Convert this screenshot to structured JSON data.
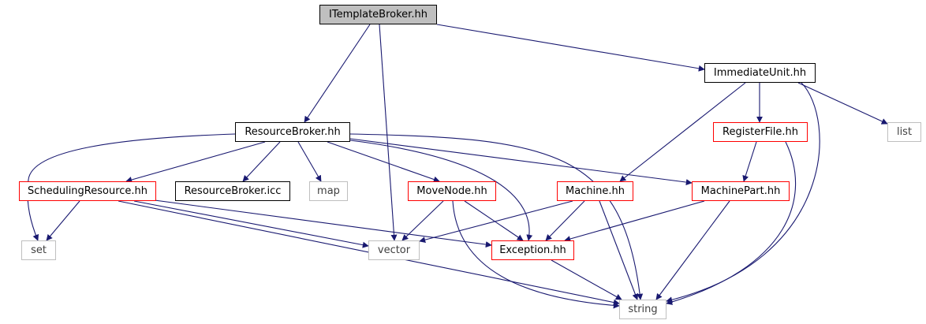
{
  "diagram": {
    "colors": {
      "edge": "#191970",
      "root_fill": "#bfbfbf",
      "include_border": "#000000",
      "has_more_border": "#ff0000",
      "system_border": "#bfbfbf"
    },
    "nodes": [
      {
        "id": "itemplatebroker",
        "label": "ITemplateBroker.hh",
        "kind": "root"
      },
      {
        "id": "resourcebroker",
        "label": "ResourceBroker.hh",
        "kind": "black"
      },
      {
        "id": "immediateunit",
        "label": "ImmediateUnit.hh",
        "kind": "black"
      },
      {
        "id": "registerfile",
        "label": "RegisterFile.hh",
        "kind": "red"
      },
      {
        "id": "list",
        "label": "list",
        "kind": "grey"
      },
      {
        "id": "schedulingresource",
        "label": "SchedulingResource.hh",
        "kind": "red"
      },
      {
        "id": "resourcebroker-icc",
        "label": "ResourceBroker.icc",
        "kind": "black"
      },
      {
        "id": "map",
        "label": "map",
        "kind": "grey"
      },
      {
        "id": "movenode",
        "label": "MoveNode.hh",
        "kind": "red"
      },
      {
        "id": "machine",
        "label": "Machine.hh",
        "kind": "red"
      },
      {
        "id": "machinepart",
        "label": "MachinePart.hh",
        "kind": "red"
      },
      {
        "id": "set",
        "label": "set",
        "kind": "grey"
      },
      {
        "id": "vector",
        "label": "vector",
        "kind": "grey"
      },
      {
        "id": "exception",
        "label": "Exception.hh",
        "kind": "red"
      },
      {
        "id": "string",
        "label": "string",
        "kind": "grey"
      }
    ],
    "edges": [
      {
        "from": "itemplatebroker",
        "to": "resourcebroker"
      },
      {
        "from": "itemplatebroker",
        "to": "vector"
      },
      {
        "from": "itemplatebroker",
        "to": "immediateunit"
      },
      {
        "from": "immediateunit",
        "to": "machine"
      },
      {
        "from": "immediateunit",
        "to": "registerfile"
      },
      {
        "from": "immediateunit",
        "to": "list"
      },
      {
        "from": "immediateunit",
        "to": "string"
      },
      {
        "from": "registerfile",
        "to": "machinepart"
      },
      {
        "from": "registerfile",
        "to": "string"
      },
      {
        "from": "resourcebroker",
        "to": "set"
      },
      {
        "from": "resourcebroker",
        "to": "schedulingresource"
      },
      {
        "from": "resourcebroker",
        "to": "resourcebroker-icc"
      },
      {
        "from": "resourcebroker",
        "to": "map"
      },
      {
        "from": "resourcebroker",
        "to": "movenode"
      },
      {
        "from": "resourcebroker",
        "to": "exception"
      },
      {
        "from": "resourcebroker",
        "to": "machinepart"
      },
      {
        "from": "resourcebroker",
        "to": "string"
      },
      {
        "from": "schedulingresource",
        "to": "set"
      },
      {
        "from": "schedulingresource",
        "to": "vector"
      },
      {
        "from": "schedulingresource",
        "to": "exception"
      },
      {
        "from": "schedulingresource",
        "to": "string"
      },
      {
        "from": "movenode",
        "to": "vector"
      },
      {
        "from": "movenode",
        "to": "exception"
      },
      {
        "from": "movenode",
        "to": "string"
      },
      {
        "from": "machine",
        "to": "vector"
      },
      {
        "from": "machine",
        "to": "exception"
      },
      {
        "from": "machine",
        "to": "string"
      },
      {
        "from": "machinepart",
        "to": "exception"
      },
      {
        "from": "machinepart",
        "to": "string"
      },
      {
        "from": "exception",
        "to": "string"
      }
    ]
  }
}
